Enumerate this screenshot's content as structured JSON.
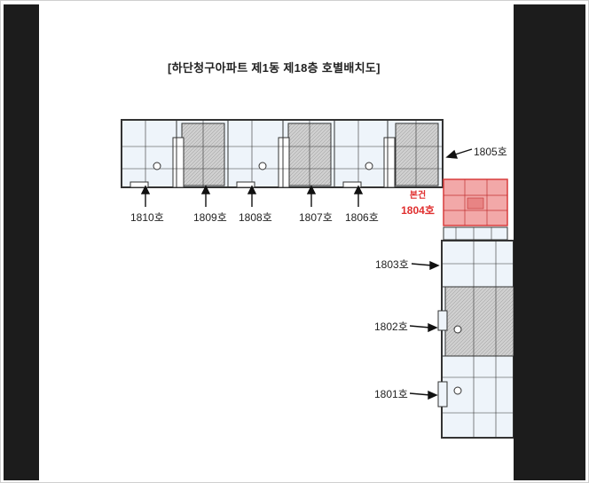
{
  "document": {
    "title": "[하단청구아파트 제1동 제18층 호별배치도]",
    "highlight_color": "#e84a4a",
    "units": [
      {
        "label": "1810호"
      },
      {
        "label": "1809호"
      },
      {
        "label": "1808호"
      },
      {
        "label": "1807호"
      },
      {
        "label": "1806호"
      },
      {
        "label": "1805호"
      },
      {
        "label": "1803호"
      },
      {
        "label": "1802호"
      },
      {
        "label": "1801호"
      }
    ],
    "main_unit": {
      "caption": "본건",
      "label": "1804호"
    }
  }
}
